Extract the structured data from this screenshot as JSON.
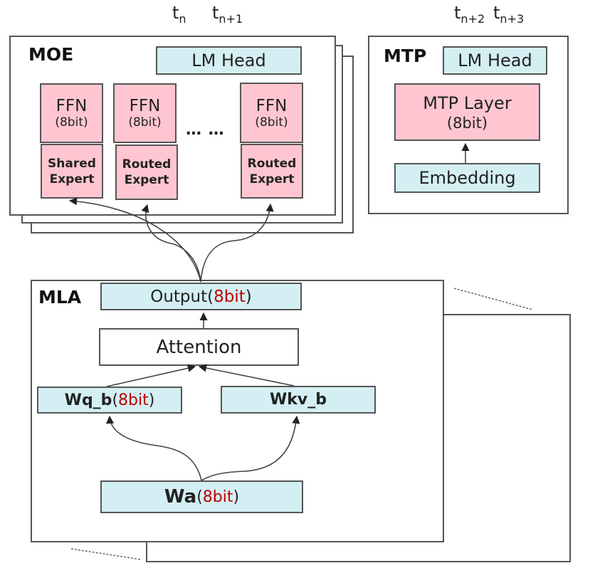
{
  "tokens": {
    "moe": [
      "t",
      "n",
      "t",
      "n+1"
    ],
    "mtp": [
      "t",
      "n+2",
      "t",
      "n+3"
    ]
  },
  "moe": {
    "title": "MOE",
    "lm_head": "LM Head",
    "ffn_label": "FFN",
    "ffn_precision": "(8bit)",
    "experts": [
      {
        "line1": "Shared",
        "line2": "Expert"
      },
      {
        "line1": "Routed",
        "line2": "Expert"
      },
      {
        "line1": "Routed",
        "line2": "Expert"
      }
    ],
    "ellipsis": "… …"
  },
  "mtp": {
    "title": "MTP",
    "lm_head": "LM Head",
    "layer": "MTP Layer",
    "layer_precision": "(8bit)",
    "embedding": "Embedding"
  },
  "mla": {
    "title": "MLA",
    "output": {
      "name": "Output",
      "open": " (",
      "precision": "8bit",
      "close": ")"
    },
    "attention": "Attention",
    "wq_b": {
      "name": "Wq_b",
      "open": "(",
      "precision": "8bit",
      "close": ")"
    },
    "wkv_b": "Wkv_b",
    "wa": {
      "name": "Wa",
      "open": " (",
      "precision": "8bit",
      "close": ")"
    }
  },
  "colors": {
    "blue_block": "#d4eff3",
    "pink_block": "#ffc6d1",
    "precision_red": "#c00000",
    "border": "#555555"
  }
}
